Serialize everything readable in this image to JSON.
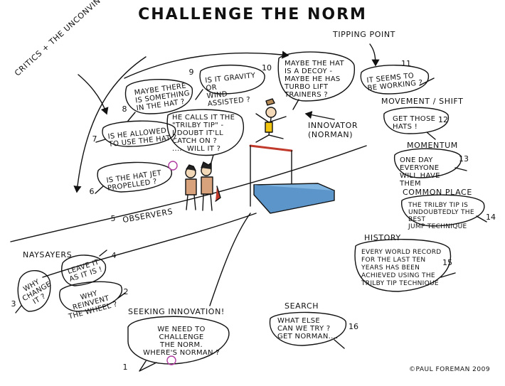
{
  "title": "CHALLENGE THE NORM",
  "labels": {
    "critics": "CRITICS + THE UNCONVINCED",
    "tipping_point": "TIPPING POINT",
    "movement_shift": "MOVEMENT / SHIFT",
    "momentum": "MOMENTUM",
    "common_place": "COMMON PLACE",
    "history": "HISTORY",
    "naysayers": "NAYSAYERS",
    "observers": "OBSERVERS",
    "innovator": "INNOVATOR\n(NORMAN)",
    "seeking_innovation": "SEEKING INNOVATION!",
    "search": "SEARCH"
  },
  "bubbles": [
    {
      "num": "1",
      "text": "WE NEED TO\nCHALLENGE\nTHE NORM.\nWHERE'S NORMAN ?"
    },
    {
      "num": "2",
      "text": "WHY REINVENT\nTHE WHEEL ?"
    },
    {
      "num": "3",
      "text": "WHY\nCHANGE\nIT ?"
    },
    {
      "num": "4",
      "text": "LEAVE IT\nAS IT IS !"
    },
    {
      "num": "5",
      "text": "OBSERVERS"
    },
    {
      "num": "6",
      "text": "IS THE HAT JET\nPROPELLED ?"
    },
    {
      "num": "7",
      "text": "IS HE ALLOWED\nTO USE THE HAT ?"
    },
    {
      "num": "8",
      "text": "MAYBE THERE\nIS SOMETHING\nIN THE HAT ?"
    },
    {
      "num": "9",
      "text": "IS IT GRAVITY OR\nWIND ASSISTED ?"
    },
    {
      "num": "10",
      "text": "MAYBE THE HAT\nIS A DECOY -\nMAYBE HE HAS\nTURBO LIFT\nTRAINERS ?"
    },
    {
      "num": "11",
      "text": "IT SEEMS TO\nBE WORKING ?"
    },
    {
      "num": "12",
      "text": "GET THOSE\nHATS !"
    },
    {
      "num": "13",
      "text": "ONE DAY\nEVERYONE\nWILL HAVE THEM"
    },
    {
      "num": "14",
      "text": "THE TRILBY TIP IS\nUNDOUBTEDLY THE BEST\nJUMP TECHNIQUE"
    },
    {
      "num": "15",
      "text": "EVERY WORLD RECORD\nFOR THE LAST TEN\nYEARS HAS BEEN\nACHIEVED USING THE\nTRILBY TIP TECHNIQUE"
    },
    {
      "num": "16",
      "text": "WHAT ELSE\nCAN WE TRY ?\nGET NORMAN...."
    }
  ],
  "observer_bubble": "HE CALLS IT THE\n\"TRILBY TIP\" -\nI DOUBT IT'LL\nCATCH ON ?\n..... WILL IT ?",
  "copyright": "©PAUL FOREMAN 2009"
}
